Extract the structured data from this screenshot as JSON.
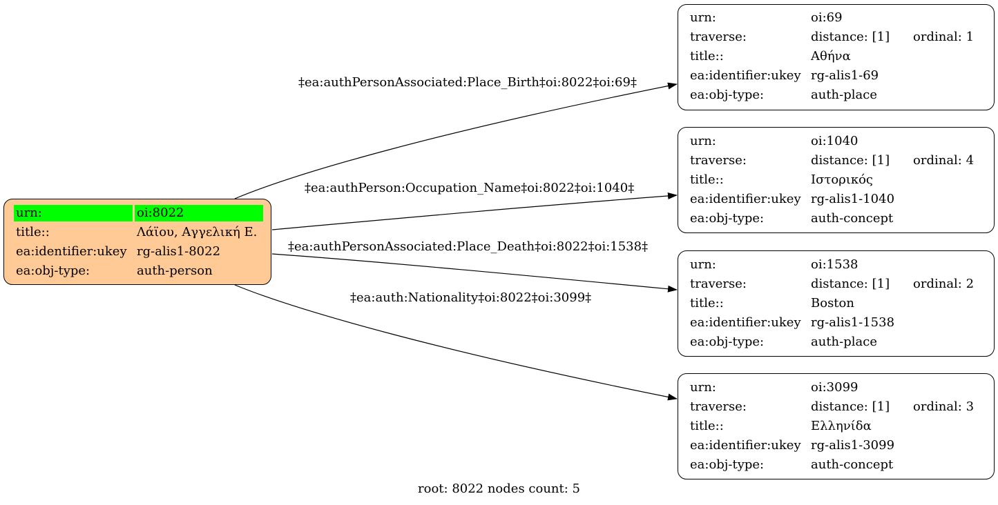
{
  "root": {
    "rows": [
      {
        "key": "urn:",
        "value": "oi:8022",
        "highlight": true
      },
      {
        "key": "title::",
        "value": "Λάϊου, Αγγελική Ε."
      },
      {
        "key": "ea:identifier:ukey",
        "value": "rg-alis1-8022"
      },
      {
        "key": "ea:obj-type:",
        "value": "auth-person"
      }
    ],
    "fill": "#ffca95",
    "highlight_color": "#00ff00"
  },
  "targets": [
    {
      "urn": "oi:69",
      "traverse": "distance: [1]",
      "ordinal": "ordinal: 1",
      "title": "Αθήνα",
      "ukey": "rg-alis1-69",
      "objtype": "auth-place",
      "edge_label": "‡ea:authPersonAssociated:Place_Birth‡oi:8022‡oi:69‡"
    },
    {
      "urn": "oi:1040",
      "traverse": "distance: [1]",
      "ordinal": "ordinal: 4",
      "title": "Ιστορικός",
      "ukey": "rg-alis1-1040",
      "objtype": "auth-concept",
      "edge_label": "‡ea:authPerson:Occupation_Name‡oi:8022‡oi:1040‡"
    },
    {
      "urn": "oi:1538",
      "traverse": "distance: [1]",
      "ordinal": "ordinal: 2",
      "title": "Boston",
      "ukey": "rg-alis1-1538",
      "objtype": "auth-place",
      "edge_label": "‡ea:authPersonAssociated:Place_Death‡oi:8022‡oi:1538‡"
    },
    {
      "urn": "oi:3099",
      "traverse": "distance: [1]",
      "ordinal": "ordinal: 3",
      "title": "Ελληνίδα",
      "ukey": "rg-alis1-3099",
      "objtype": "auth-concept",
      "edge_label": "‡ea:auth:Nationality‡oi:8022‡oi:3099‡"
    }
  ],
  "target_keys": {
    "urn": "urn:",
    "traverse": "traverse:",
    "title": "title::",
    "ukey": "ea:identifier:ukey",
    "objtype": "ea:obj-type:"
  },
  "footer": "root: 8022 nodes count: 5"
}
